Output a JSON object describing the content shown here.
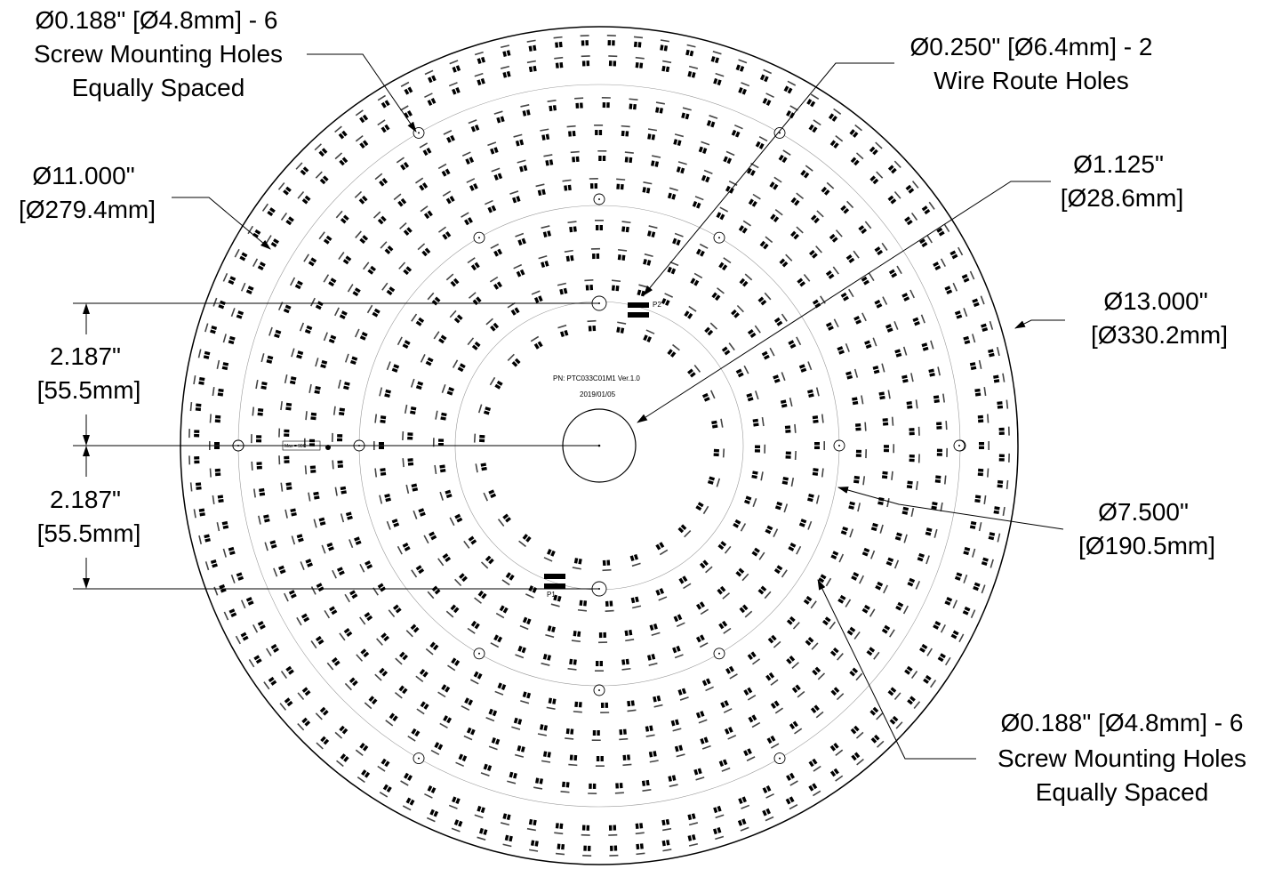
{
  "board": {
    "part_number": "PN: PTC033C01M1  Ver.1.0",
    "date": "2019/01/05",
    "connector_p1": "P1",
    "connector_p2": "P2",
    "temp_note": "Max = 90C"
  },
  "callouts": {
    "screw_holes_top": [
      "Ø0.188\" [Ø4.8mm] - 6",
      "Screw Mounting Holes",
      "Equally Spaced"
    ],
    "wire_holes": [
      "Ø0.250\" [Ø6.4mm] - 2",
      "Wire Route Holes"
    ],
    "dia_11": [
      "Ø11.000\"",
      "[Ø279.4mm]"
    ],
    "dia_1125": [
      "Ø1.125\"",
      "[Ø28.6mm]"
    ],
    "dia_13": [
      "Ø13.000\"",
      "[Ø330.2mm]"
    ],
    "offset_upper": [
      "2.187\"",
      "[55.5mm]"
    ],
    "offset_lower": [
      "2.187\"",
      "[55.5mm]"
    ],
    "dia_75": [
      "Ø7.500\"",
      "[Ø190.5mm]"
    ],
    "screw_holes_bottom": [
      "Ø0.188\" [Ø4.8mm] - 6",
      "Screw Mounting Holes",
      "Equally Spaced"
    ]
  }
}
